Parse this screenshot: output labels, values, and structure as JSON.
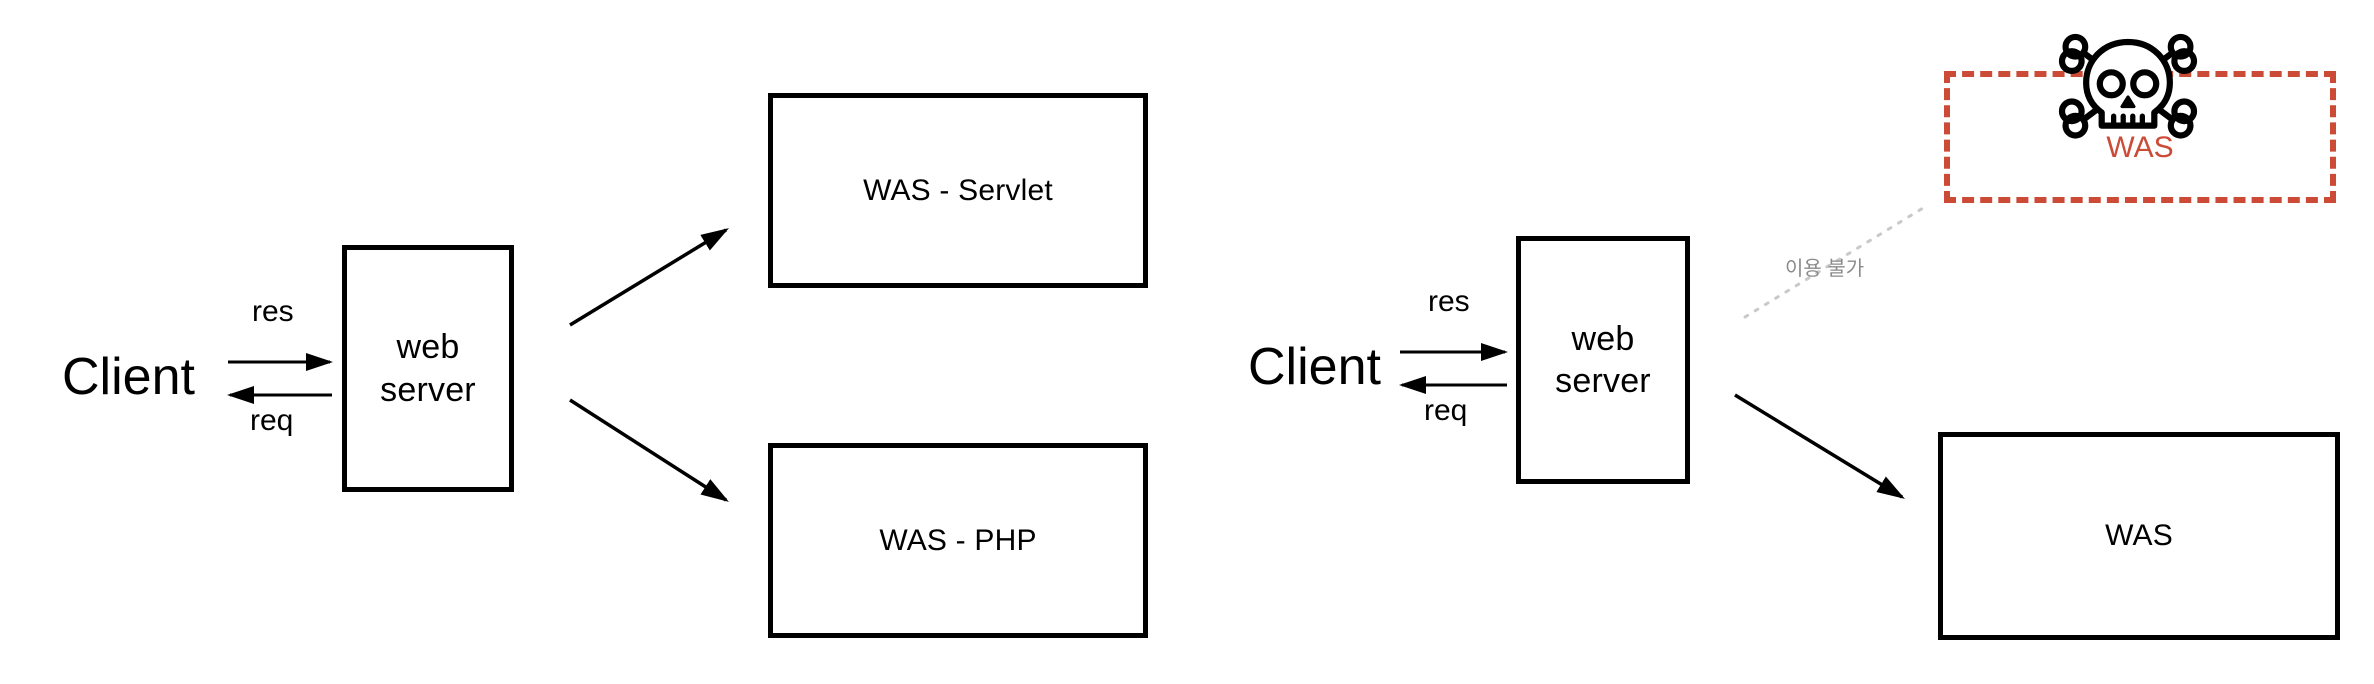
{
  "diagram": {
    "title_absent": true,
    "colors": {
      "stroke": "#000000",
      "danger": "#cb4b37",
      "muted": "#8b8b8b",
      "background": "#ffffff"
    },
    "left": {
      "client": {
        "label": "Client"
      },
      "web_server": {
        "label_line1": "web",
        "label_line2": "server"
      },
      "edges": {
        "res": "res",
        "req": "req"
      },
      "targets": [
        {
          "label": "WAS - Servlet"
        },
        {
          "label": "WAS - PHP"
        }
      ]
    },
    "right": {
      "client": {
        "label": "Client"
      },
      "web_server": {
        "label_line1": "web",
        "label_line2": "server"
      },
      "edges": {
        "res": "res",
        "req": "req",
        "unavailable": "이용 불가"
      },
      "targets": [
        {
          "label": "WAS",
          "status": "down",
          "icon": "skull-and-crossbones-icon"
        },
        {
          "label": "WAS",
          "status": "up"
        }
      ]
    }
  }
}
